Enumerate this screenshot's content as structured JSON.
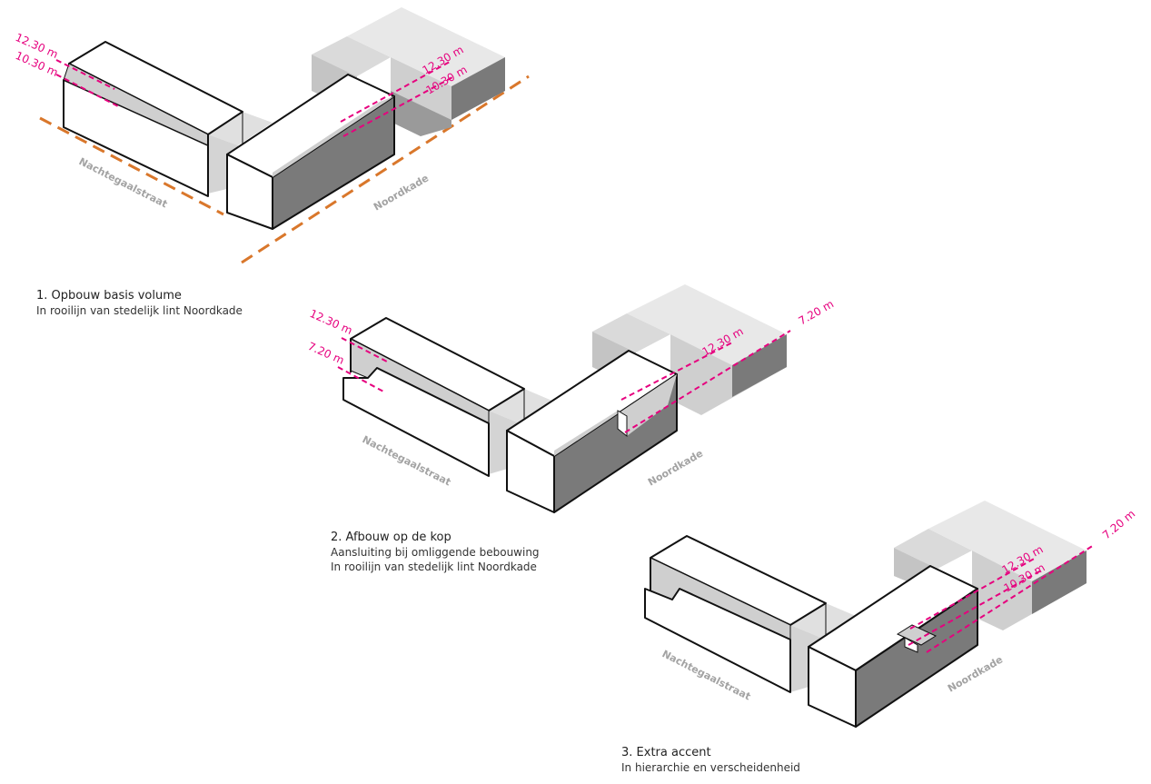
{
  "steps": [
    {
      "title": "1. Opbouw basis volume",
      "lines": [
        "In rooilijn van stedelijk lint Noordkade"
      ],
      "dims": {
        "left_high": "12.30 m",
        "left_low": "10.30 m",
        "right_high": "12.30 m",
        "right_low": "10.30 m"
      },
      "streets": {
        "left": "Nachtegaalstraat",
        "right": "Noordkade"
      }
    },
    {
      "title": "2. Afbouw op de kop",
      "lines": [
        "Aansluiting bij omliggende bebouwing",
        "In rooilijn van stedelijk lint Noordkade"
      ],
      "dims": {
        "left_high": "12.30 m",
        "left_low": "7.20 m",
        "right_high": "12.30 m",
        "right_far": "7.20 m"
      },
      "streets": {
        "left": "Nachtegaalstraat",
        "right": "Noordkade"
      }
    },
    {
      "title": "3. Extra accent",
      "lines": [
        "In hierarchie en verscheidenheid"
      ],
      "dims": {
        "right_high": "12.30 m",
        "right_low": "10.30 m",
        "right_far": "7.20 m"
      },
      "streets": {
        "left": "Nachtegaalstraat",
        "right": "Noordkade"
      }
    }
  ],
  "colors": {
    "dimension": "#e6007e",
    "building_line": "#d9772b",
    "dark_facade": "#7a7a7a",
    "light_facade": "#cfcfcf",
    "neighbour_top": "#e6e6e6",
    "neighbour_side": "#bdbdbd"
  }
}
